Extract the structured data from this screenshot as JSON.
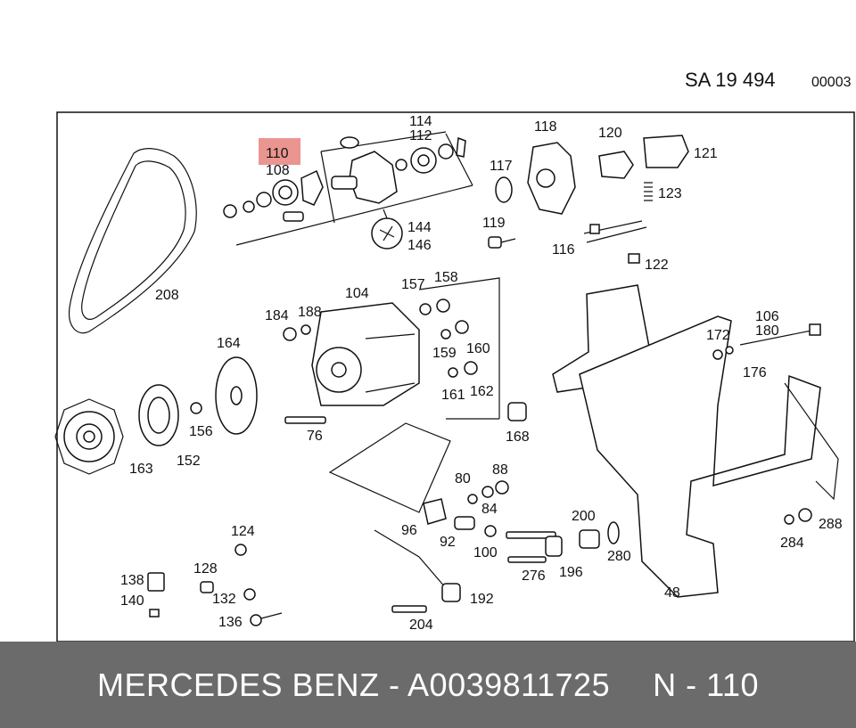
{
  "header": {
    "sheet_code": "SA 19 494",
    "sheet_number": "00003"
  },
  "highlight": "110",
  "callouts": {
    "c110": "110",
    "c108": "108",
    "c114": "114",
    "c112": "112",
    "c118": "118",
    "c120": "120",
    "c121": "121",
    "c117": "117",
    "c119": "119",
    "c123": "123",
    "c116": "116",
    "c122": "122",
    "c144": "144",
    "c146": "146",
    "c208": "208",
    "c104": "104",
    "c157": "157",
    "c158": "158",
    "c184": "184",
    "c188": "188",
    "c164": "164",
    "c159": "159",
    "c160": "160",
    "c161": "161",
    "c162": "162",
    "c106": "106",
    "c180": "180",
    "c172": "172",
    "c176": "176",
    "c156": "156",
    "c76": "76",
    "c168": "168",
    "c163": "163",
    "c152": "152",
    "c80": "80",
    "c88": "88",
    "c84": "84",
    "c96": "96",
    "c92": "92",
    "c100": "100",
    "c200": "200",
    "c288": "288",
    "c284": "284",
    "c124": "124",
    "c276": "276",
    "c196": "196",
    "c280": "280",
    "c128": "128",
    "c138": "138",
    "c140": "140",
    "c132": "132",
    "c192": "192",
    "c48": "48",
    "c136": "136",
    "c204": "204"
  },
  "footer": {
    "brand_part": "MERCEDES BENZ - A0039811725",
    "position": "N - 110"
  }
}
